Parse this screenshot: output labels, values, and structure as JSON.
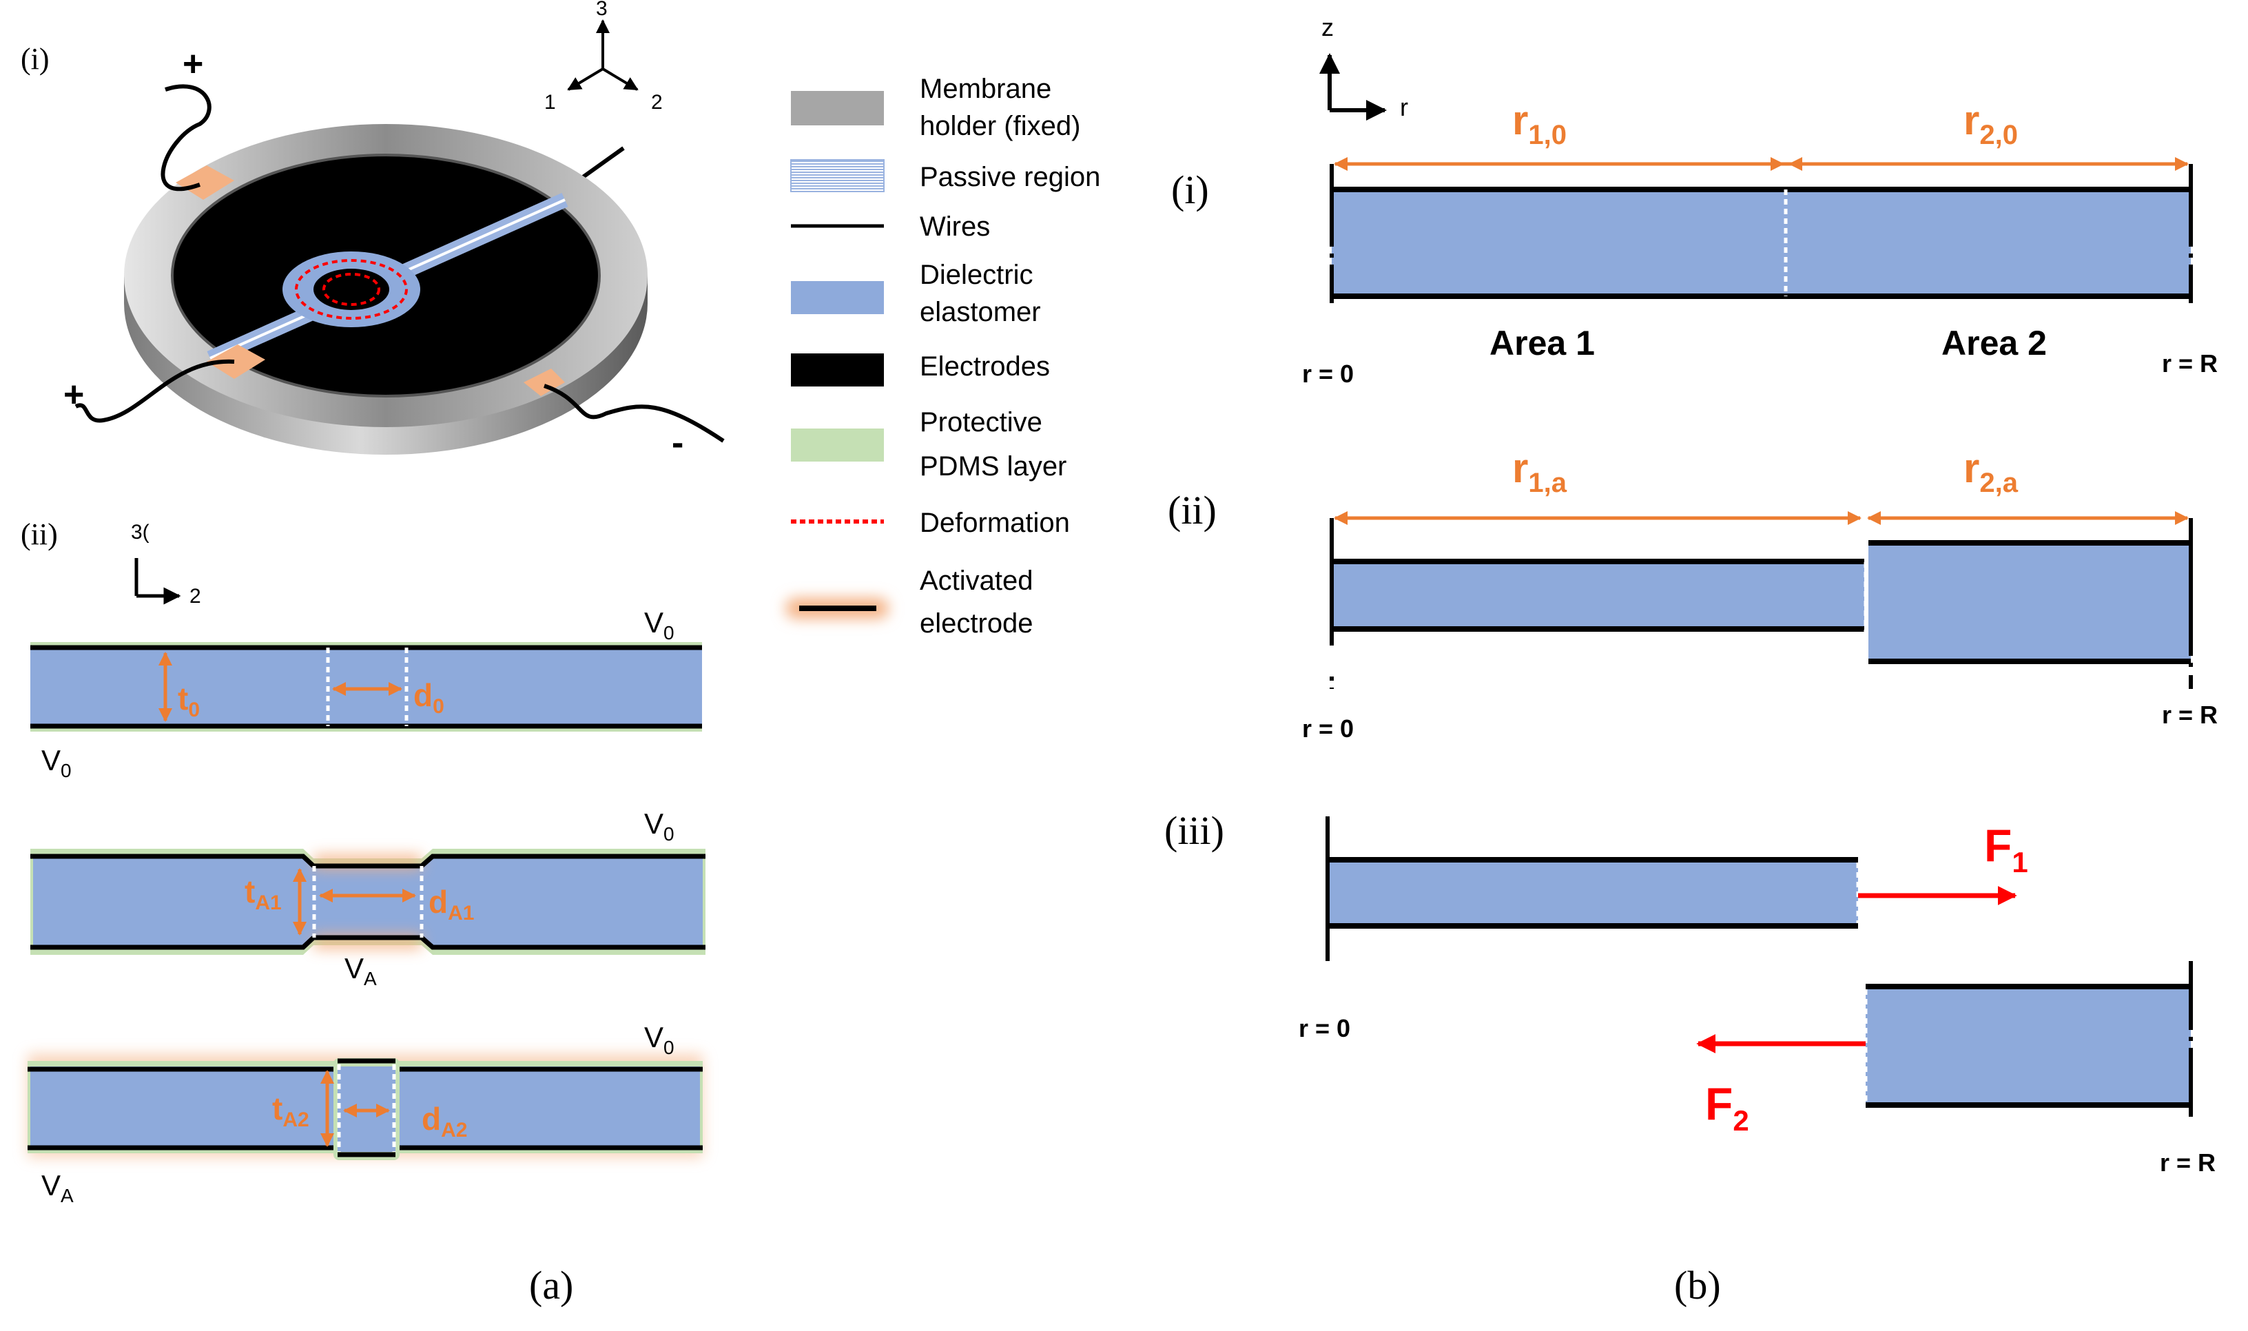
{
  "panel_a": {
    "caption": "(a)",
    "part_i": {
      "label": "(i)",
      "axis": {
        "a3": "3",
        "a1": "1",
        "a2": "2"
      },
      "signs": {
        "plus_top": "+",
        "plus_bottom": "+",
        "minus": "-"
      }
    },
    "part_ii": {
      "label": "(ii)",
      "axis": {
        "vertical": "3(",
        "horizontal": "2"
      },
      "row1": {
        "v_top": "V",
        "v_top_sub": "0",
        "v_bottom": "V",
        "v_bottom_sub": "0",
        "t": "t",
        "t_sub": "0",
        "d": "d",
        "d_sub": "0"
      },
      "row2": {
        "v_top": "V",
        "v_top_sub": "0",
        "v_mid": "V",
        "v_mid_sub": "A",
        "t": "t",
        "t_sub": "A1",
        "d": "d",
        "d_sub": "A1"
      },
      "row3": {
        "v_top": "V",
        "v_top_sub": "0",
        "v_bottom": "V",
        "v_bottom_sub": "A",
        "t": "t",
        "t_sub": "A2",
        "d": "d",
        "d_sub": "A2"
      }
    }
  },
  "legend": [
    {
      "label_l1": "Membrane",
      "label_l2": "holder (fixed)",
      "swatch": "holder",
      "color": "#a6a6a6"
    },
    {
      "label_l1": "Passive region",
      "label_l2": "",
      "swatch": "passive",
      "color": "#b7c7e8"
    },
    {
      "label_l1": "Wires",
      "label_l2": "",
      "swatch": "wire",
      "color": "#000000"
    },
    {
      "label_l1": "Dielectric",
      "label_l2": "elastomer",
      "swatch": "dielectric",
      "color": "#8eaadb"
    },
    {
      "label_l1": "Electrodes",
      "label_l2": "",
      "swatch": "electrode",
      "color": "#000000"
    },
    {
      "label_l1": "Protective",
      "label_l2": "PDMS layer",
      "swatch": "pdms",
      "color": "#c5e0b4"
    },
    {
      "label_l1": "Deformation",
      "label_l2": "",
      "swatch": "deformation",
      "color": "#ff0000"
    },
    {
      "label_l1": "Activated",
      "label_l2": "electrode",
      "swatch": "activated",
      "color": "#f4b183"
    }
  ],
  "panel_b": {
    "caption": "(b)",
    "axis": {
      "z": "z",
      "r": "r"
    },
    "part_i": {
      "label": "(i)",
      "r1": "r",
      "r1_sub": "1,0",
      "r2": "r",
      "r2_sub": "2,0",
      "area1": "Area 1",
      "area2": "Area 2",
      "r_zero": "r = 0",
      "r_R": "r = R"
    },
    "part_ii": {
      "label": "(ii)",
      "r1": "r",
      "r1_sub": "1,a",
      "r2": "r",
      "r2_sub": "2,a",
      "r_zero": "r = 0",
      "r_R": "r = R"
    },
    "part_iii": {
      "label": "(iii)",
      "f1": "F",
      "f1_sub": "1",
      "f2": "F",
      "f2_sub": "2",
      "r_zero": "r = 0",
      "r_R": "r = R"
    }
  },
  "colors": {
    "dielectric": "#8eaadb",
    "orange": "#ed7d31",
    "red": "#ff0000",
    "holder": "#a6a6a6",
    "pdms": "#c5e0b4",
    "activated": "#f4b183",
    "passive": "#b7c7e8"
  }
}
